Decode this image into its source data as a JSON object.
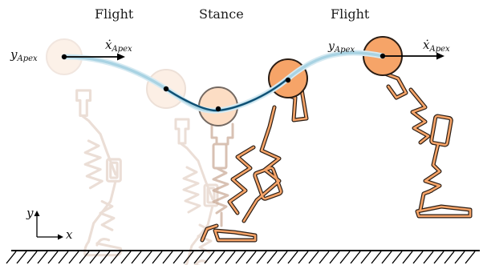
{
  "phases": {
    "left": "Flight",
    "middle": "Stance",
    "right": "Flight"
  },
  "annotations": {
    "apex_left_y": {
      "base": "y",
      "sub": "Apex"
    },
    "apex_left_xdot": {
      "base": "ẋ",
      "sub": "Apex"
    },
    "apex_right_y": {
      "base": "y",
      "sub": "Apex"
    },
    "apex_right_xdot": {
      "base": "ẋ",
      "sub": "Apex"
    }
  },
  "axes": {
    "x_label": "x",
    "y_label": "y"
  },
  "colors": {
    "body_fill": "#f6a468",
    "body_fill_light": "#fbd2b0",
    "ghost_fill": "#fbe6d6",
    "outline": "#2b1d14",
    "ghost_outline": "#d8b8a6",
    "trajectory_dark": "#0e4f73",
    "trajectory_light": "#a9d3e3",
    "ground": "#111111"
  }
}
